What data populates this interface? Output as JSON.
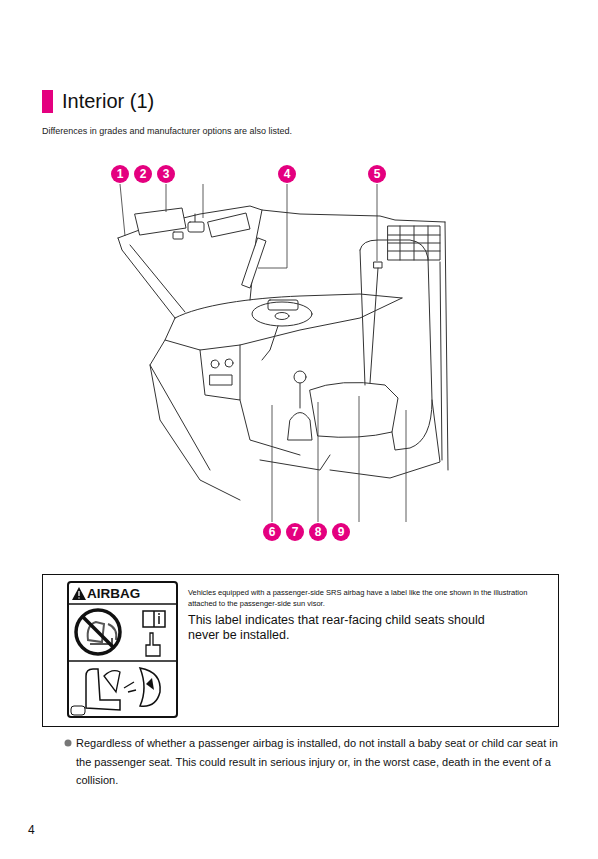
{
  "diagram": {
    "title": "Interior (1)",
    "nodes": [
      {
        "text": [
          "Vehicles equipped with a passenger-side SRS airbag have a label like the one shown in the illustration attached to the passenger-side sun visor.",
          "This label indicates that rear-facing child seats should never be installed."
        ]
      },
      {
        "text": [
          "AIRBAG"
        ],
        "in": 0
      }
    ],
    "labels": [
      "Differences in grades and manufacturer options are also listed.",
      "1",
      "2",
      "3",
      "4",
      "5",
      "6",
      "7",
      "8",
      "9",
      "Regardless of whether a passenger airbag is installed, do not install a baby seat or child car seat in the passenger seat. This could result in serious injury or, in the worst case, death in the event of a collision.",
      "4"
    ]
  }
}
